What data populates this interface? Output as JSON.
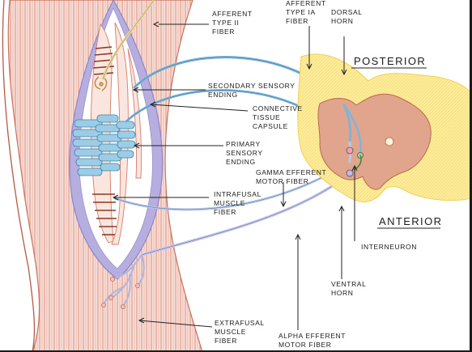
{
  "labels": {
    "afferent_type2": [
      "AFFERENT",
      "TYPE II",
      "FIBER"
    ],
    "afferent_type1a": [
      "AFFERENT",
      "TYPE IA",
      "FIBER"
    ],
    "dorsal_horn": [
      "DORSAL",
      "HORN"
    ],
    "posterior": "POSTERIOR",
    "secondary_sensory": [
      "SECONDARY SENSORY",
      "ENDING"
    ],
    "connective_tissue": [
      "CONNECTIVE",
      "TISSUE",
      "CAPSULE"
    ],
    "primary_sensory": [
      "PRIMARY",
      "SENSORY",
      "ENDING"
    ],
    "gamma_efferent": [
      "GAMMA EFFERENT",
      "MOTOR FIBER"
    ],
    "intrafusal": [
      "INTRAFUSAL",
      "MUSCLE",
      "FIBER"
    ],
    "anterior": "ANTERIOR",
    "interneuron": "INTERNEURON",
    "ventral_horn": [
      "VENTRAL",
      "HORN"
    ],
    "extrafusal": [
      "EXTRAFUSAL",
      "MUSCLE",
      "FIBER"
    ],
    "alpha_efferent": [
      "ALPHA EFFERENT",
      "MOTOR FIBER"
    ]
  },
  "colors": {
    "muscle_red": "#d98a7a",
    "muscle_fill": "#f6ddd6",
    "capsule_purple": "#a79ed8",
    "spindle_fill": "#ffffff",
    "spiral_blue": "#8ec3de",
    "nerve_blue": "#7fb4d9",
    "spinal_yellow": "#fbe98f",
    "grey_matter": "#d99a80",
    "striation_brown": "#8a3a26"
  }
}
